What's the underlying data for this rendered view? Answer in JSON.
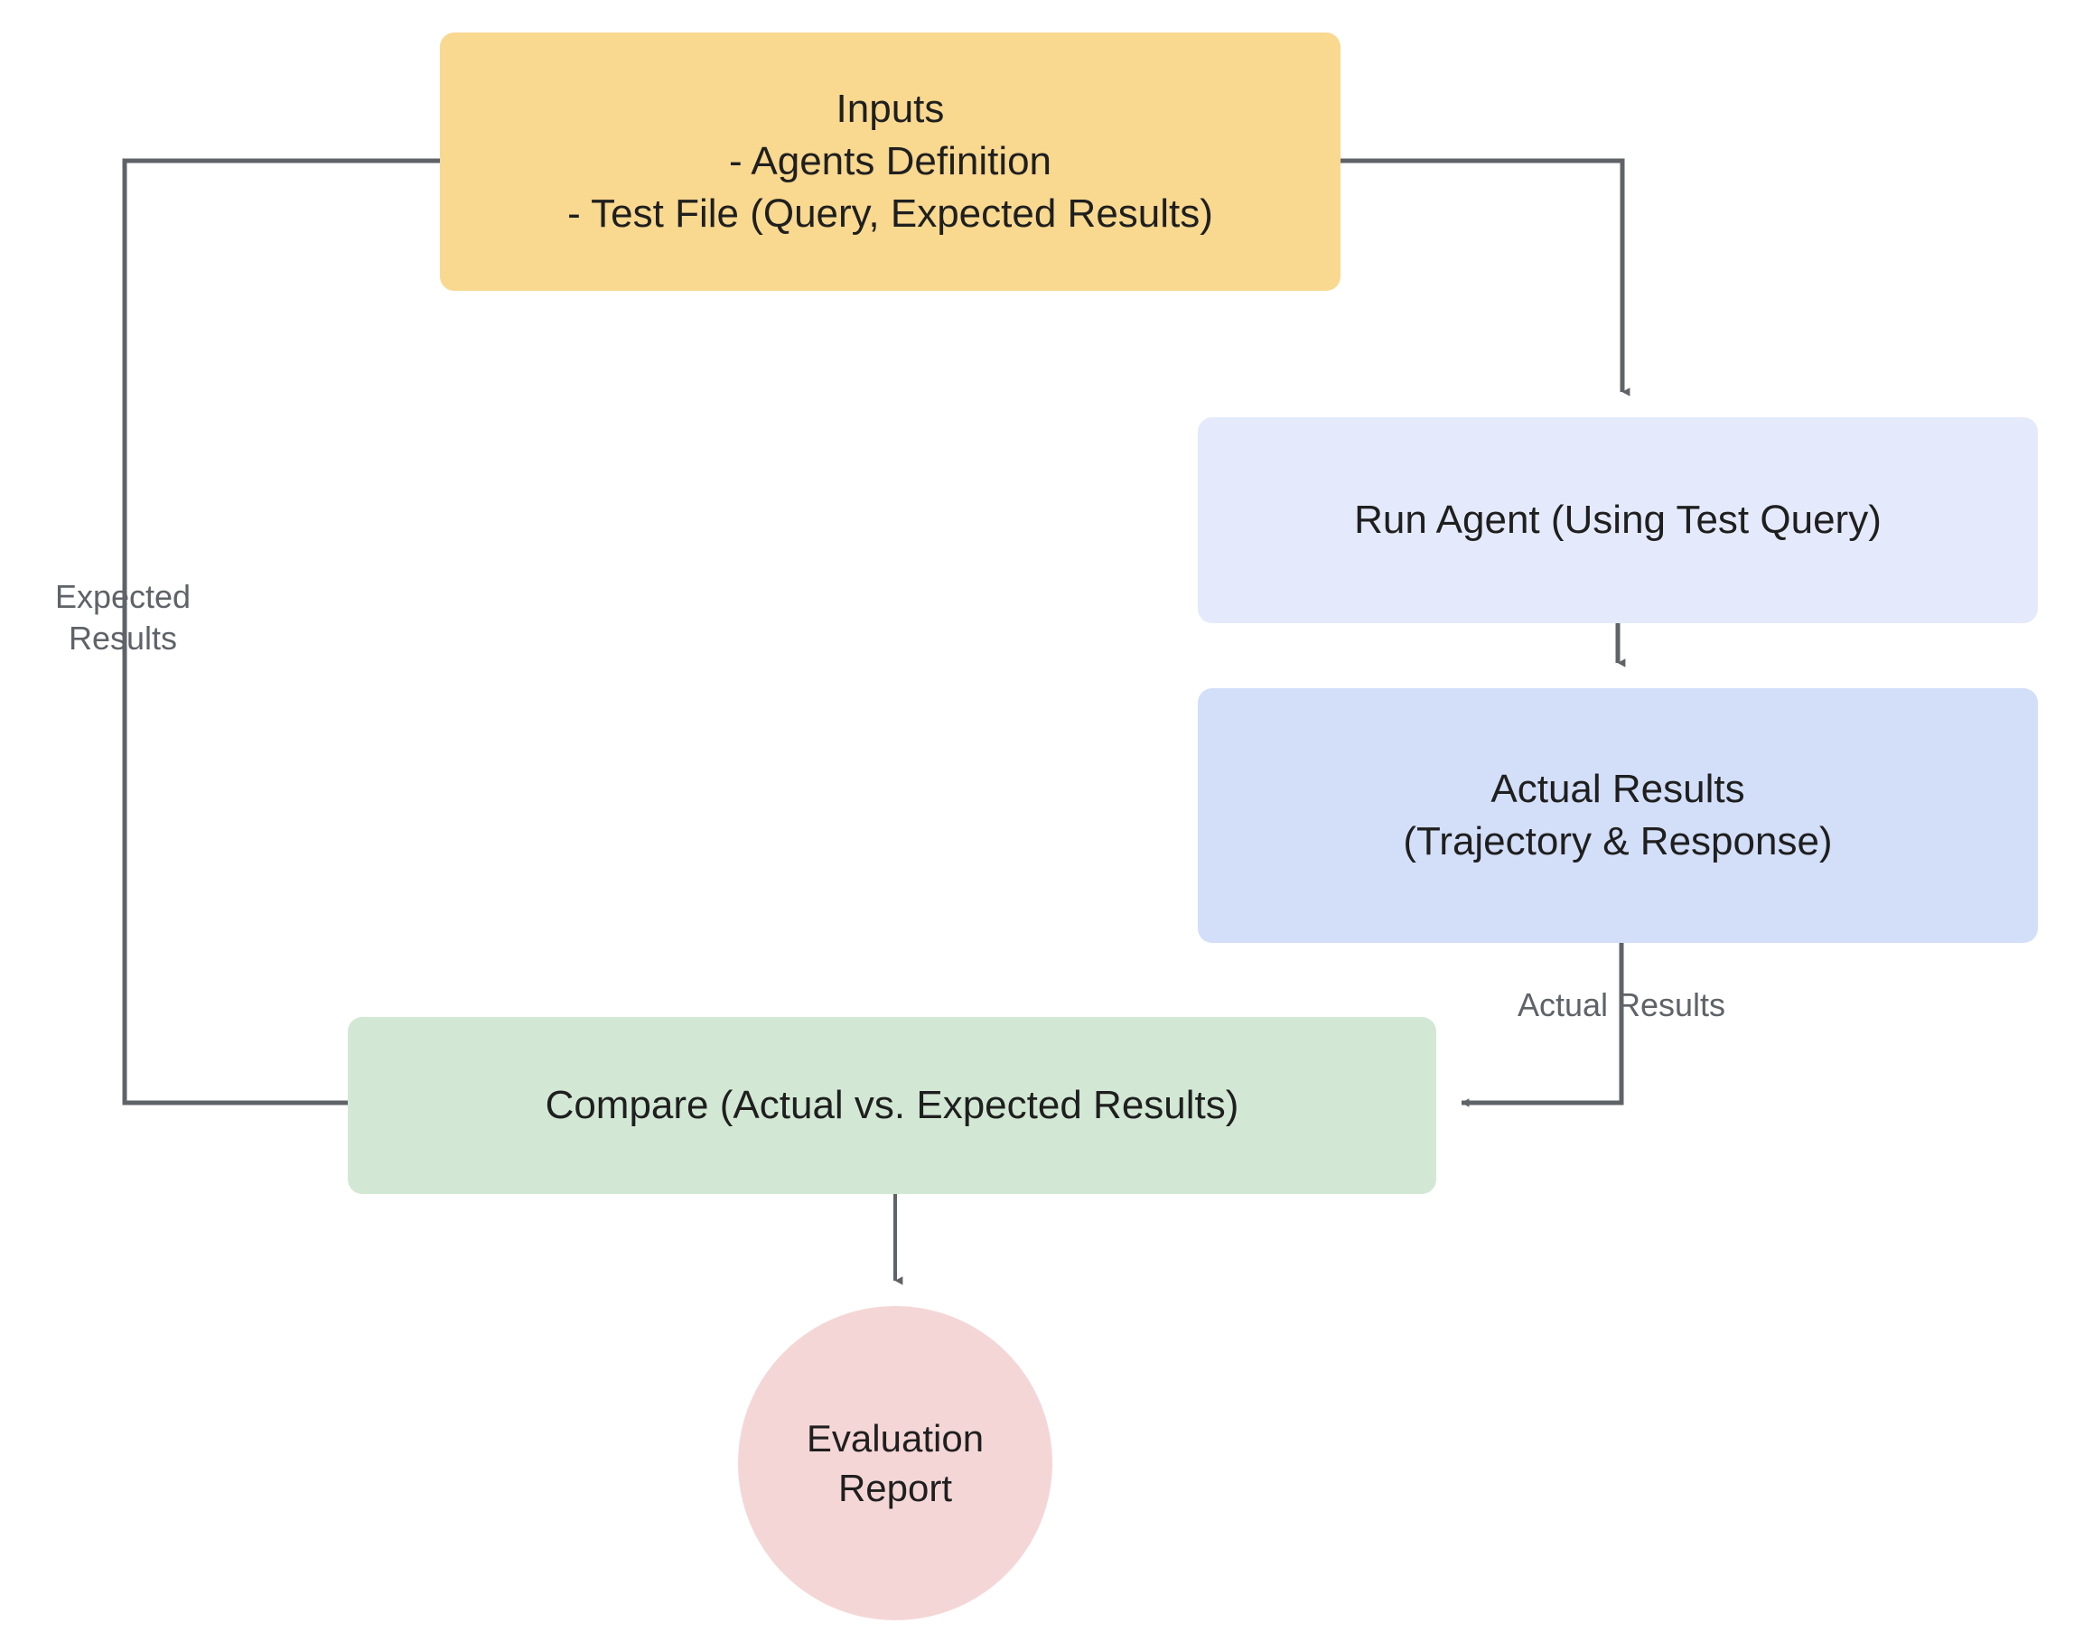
{
  "diagram": {
    "title": "Agent Evaluation Flow",
    "background_color": "#ffffff",
    "edge_color": "#5F6368",
    "nodes": [
      {
        "id": "inputs",
        "label": "Inputs\n- Agents Definition\n- Test File (Query, Expected Results)",
        "shape": "rounded-rect",
        "fill": "#F9D88F"
      },
      {
        "id": "run_agent",
        "label": "Run Agent (Using Test Query)",
        "shape": "rounded-rect",
        "fill": "#E4EAFB"
      },
      {
        "id": "actual_results",
        "label": "Actual Results\n(Trajectory & Response)",
        "shape": "rounded-rect",
        "fill": "#D3DFF9"
      },
      {
        "id": "compare",
        "label": "Compare (Actual vs. Expected Results)",
        "shape": "rounded-rect",
        "fill": "#D2E8D4"
      },
      {
        "id": "evaluation_report",
        "label": "Evaluation\nReport",
        "shape": "circle",
        "fill": "#F5D6D6"
      }
    ],
    "edges": [
      {
        "id": "inputs_to_compare",
        "from": "inputs",
        "to": "compare",
        "label": "Expected\nResults"
      },
      {
        "id": "inputs_to_run_agent",
        "from": "inputs",
        "to": "run_agent",
        "label": ""
      },
      {
        "id": "run_agent_to_actual_results",
        "from": "run_agent",
        "to": "actual_results",
        "label": ""
      },
      {
        "id": "actual_results_to_compare",
        "from": "actual_results",
        "to": "compare",
        "label": "Actual Results"
      },
      {
        "id": "compare_to_evaluation_report",
        "from": "compare",
        "to": "evaluation_report",
        "label": ""
      }
    ]
  }
}
